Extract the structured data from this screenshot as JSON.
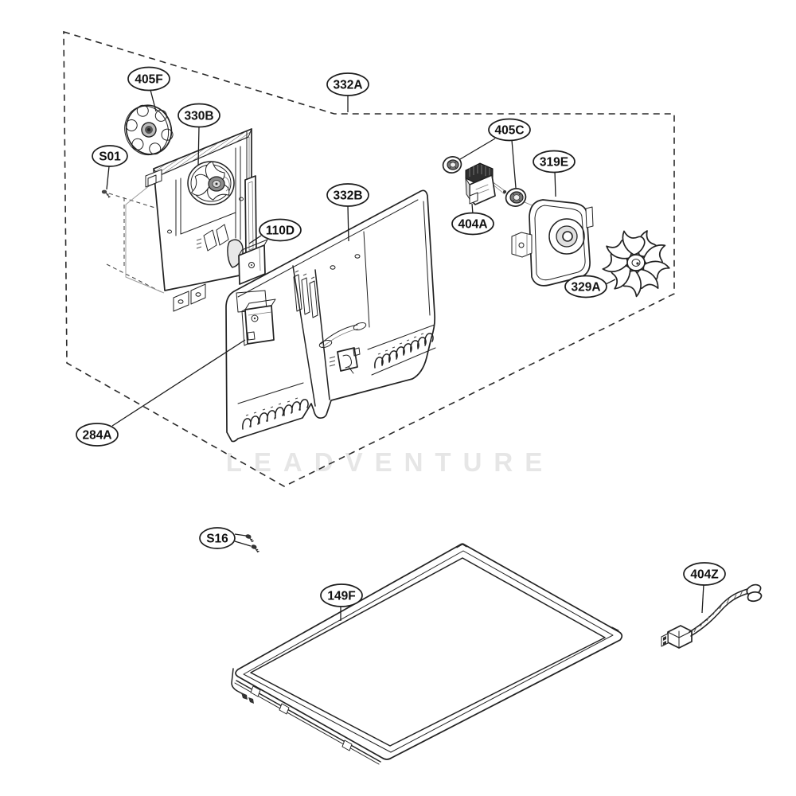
{
  "diagram": {
    "watermark": "LEADVENTURE",
    "callouts": [
      {
        "id": "405F",
        "label": "405F"
      },
      {
        "id": "S01",
        "label": "S01"
      },
      {
        "id": "330B",
        "label": "330B"
      },
      {
        "id": "110D",
        "label": "110D"
      },
      {
        "id": "332A",
        "label": "332A"
      },
      {
        "id": "332B",
        "label": "332B"
      },
      {
        "id": "405C",
        "label": "405C"
      },
      {
        "id": "404A",
        "label": "404A"
      },
      {
        "id": "319E",
        "label": "319E"
      },
      {
        "id": "329A",
        "label": "329A"
      },
      {
        "id": "284A",
        "label": "284A"
      },
      {
        "id": "S16",
        "label": "S16"
      },
      {
        "id": "149F",
        "label": "149F"
      },
      {
        "id": "404Z",
        "label": "404Z"
      }
    ]
  }
}
